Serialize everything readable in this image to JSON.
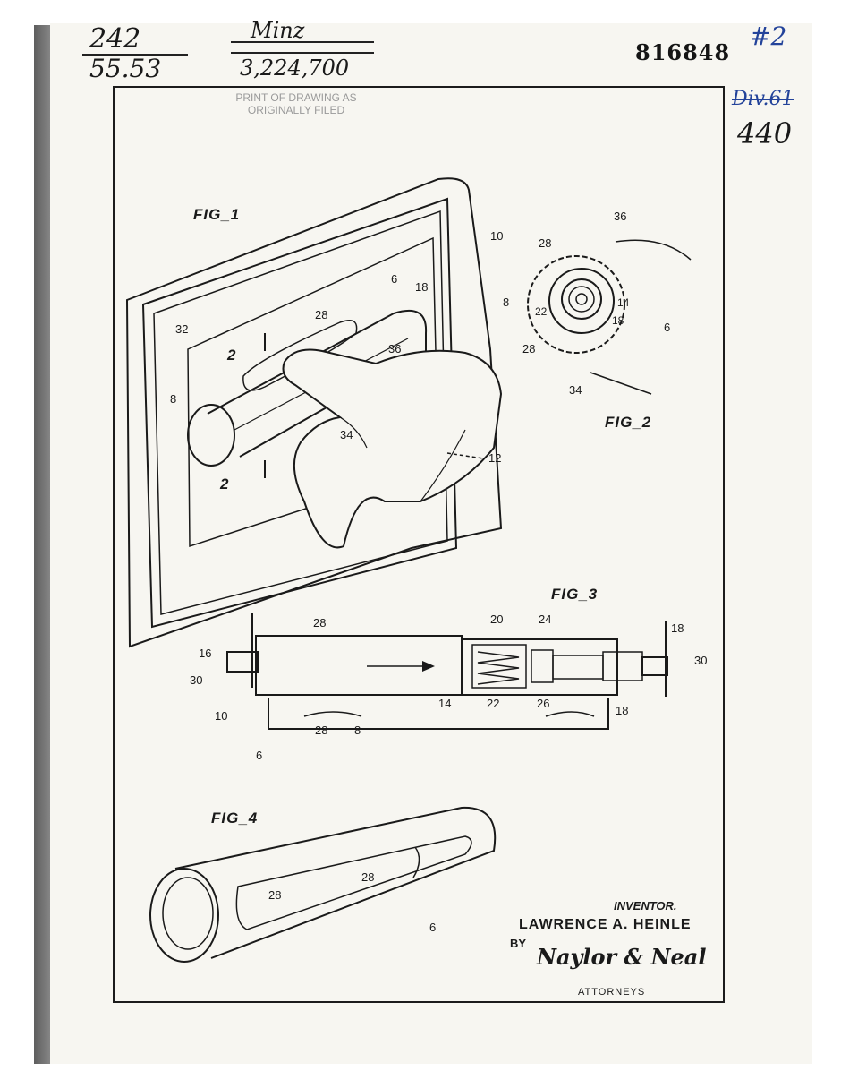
{
  "annotations": {
    "top_left_1": "242",
    "top_left_2": "55.53",
    "top_name": "Minz",
    "top_patent": "3,224,700",
    "patent_number": "816848",
    "corner_mark": "#2",
    "struck_text": "Div.61",
    "corner_number": "440"
  },
  "stamp": {
    "line1": "PRINT OF DRAWING AS",
    "line2": "ORIGINALLY FILED"
  },
  "figures": {
    "fig1": "FIG_1",
    "fig2": "FIG_2",
    "fig3": "FIG_3",
    "fig4": "FIG_4"
  },
  "inventor": {
    "title": "INVENTOR.",
    "name": "LAWRENCE A. HEINLE",
    "by": "BY",
    "signature": "Naylor & Neal",
    "attorneys": "ATTORNEYS"
  },
  "reference_numerals": {
    "fig1": [
      "10",
      "6",
      "18",
      "28",
      "32",
      "2",
      "36",
      "8",
      "34",
      "12",
      "2"
    ],
    "fig2": [
      "36",
      "28",
      "8",
      "22",
      "14",
      "18",
      "6",
      "28",
      "34"
    ],
    "fig3": [
      "28",
      "20",
      "24",
      "18",
      "16",
      "30",
      "10",
      "14",
      "22",
      "26",
      "18",
      "30",
      "28",
      "8",
      "6"
    ],
    "fig4": [
      "28",
      "28",
      "6"
    ]
  }
}
